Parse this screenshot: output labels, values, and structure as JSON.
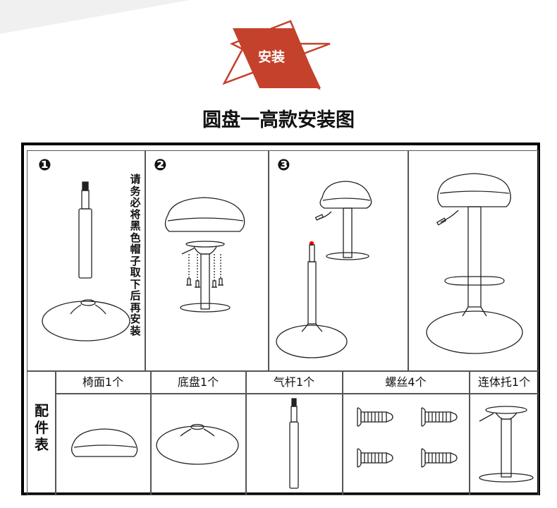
{
  "header": {
    "badge_label": "安装",
    "badge_color": "#c4412b",
    "title": "圆盘一高款安装图"
  },
  "steps": [
    {
      "number": "❶",
      "note": "请务必将黑色帽子取下后再安装",
      "parts_shown": [
        "gas-lift",
        "base-disc"
      ]
    },
    {
      "number": "❷",
      "parts_shown": [
        "seat",
        "footrest-column",
        "screws"
      ]
    },
    {
      "number": "❸",
      "parts_shown": [
        "seat-with-footrest",
        "gas-lift-on-base"
      ]
    },
    {
      "number": "",
      "parts_shown": [
        "assembled-stool"
      ]
    }
  ],
  "parts_table": {
    "side_label": "配件表",
    "columns": [
      {
        "label": "椅面1个",
        "item": "seat"
      },
      {
        "label": "底盘1个",
        "item": "base-disc"
      },
      {
        "label": "气杆1个",
        "item": "gas-lift"
      },
      {
        "label": "螺丝4个",
        "item": "screws"
      },
      {
        "label": "连体托1个",
        "item": "footrest-column"
      }
    ]
  },
  "colors": {
    "accent": "#c4412b",
    "line": "#222222",
    "frame": "#000000"
  }
}
